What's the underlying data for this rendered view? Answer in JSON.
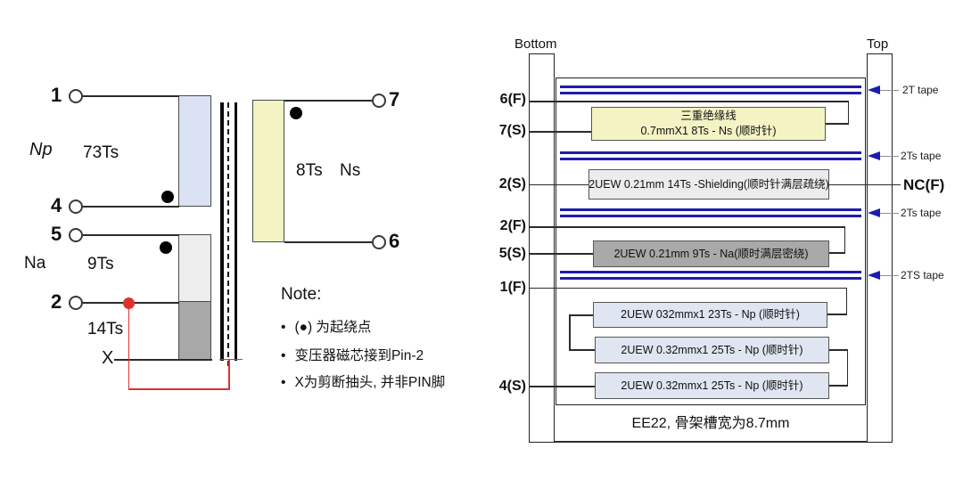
{
  "schematic": {
    "pins": {
      "p1": "1",
      "p4": "4",
      "p5": "5",
      "p2": "2",
      "p7": "7",
      "p6": "6"
    },
    "winding_np": {
      "label": "Np",
      "turns": "73Ts"
    },
    "winding_na": {
      "label": "Na",
      "turns": "9Ts"
    },
    "winding_aux": {
      "turns": "14Ts",
      "tap_label": "X"
    },
    "winding_ns": {
      "turns": "8Ts",
      "label": "Ns"
    },
    "note": {
      "title": "Note:",
      "bullet": "•",
      "items": [
        "(●) 为起绕点",
        "变压器磁芯接到Pin-2",
        "X为剪断抽头, 并非PIN脚"
      ]
    }
  },
  "winding_diagram": {
    "bottom_label": "Bottom",
    "top_label": "Top",
    "nc_label": "NC(F)",
    "caption": "EE22, 骨架槽宽为8.7mm",
    "tapes": [
      {
        "label": "2T tape"
      },
      {
        "label": "2Ts tape"
      },
      {
        "label": "2Ts tape"
      },
      {
        "label": "2TS tape"
      }
    ],
    "pin_labels": {
      "p6f": "6(F)",
      "p7s": "7(S)",
      "p2s": "2(S)",
      "p2f": "2(F)",
      "p5s": "5(S)",
      "p1f": "1(F)",
      "p4s": "4(S)"
    },
    "layers": {
      "ns": {
        "line1": "三重绝缘线",
        "line2": "0.7mmX1  8Ts - Ns (顺时针)"
      },
      "shield": {
        "text": "2UEW 0.21mm 14Ts -Shielding(顺时针满层疏绕)"
      },
      "na": {
        "text": "2UEW 0.21mm   9Ts - Na(顺时满层密绕)"
      },
      "np1": {
        "text": "2UEW 032mmx1  23Ts - Np (顺时针)"
      },
      "np2": {
        "text": "2UEW 0.32mmx1  25Ts - Np (顺时针)"
      },
      "np3": {
        "text": "2UEW 0.32mmx1  25Ts - Np (顺时针)"
      }
    }
  },
  "colors": {
    "tape_blue": "#1c1cae",
    "core_red": "#e03030",
    "np_bar_blue": "#dbe2f3",
    "na_bar_light_gray": "#ededed",
    "aux_bar_dark_gray": "#a8a8a8",
    "ns_yellow": "#f3f3c3",
    "shield_gray": "#ececec",
    "na_box_gray": "#a9a9a9",
    "np_box_blue": "#dfe5f1"
  }
}
